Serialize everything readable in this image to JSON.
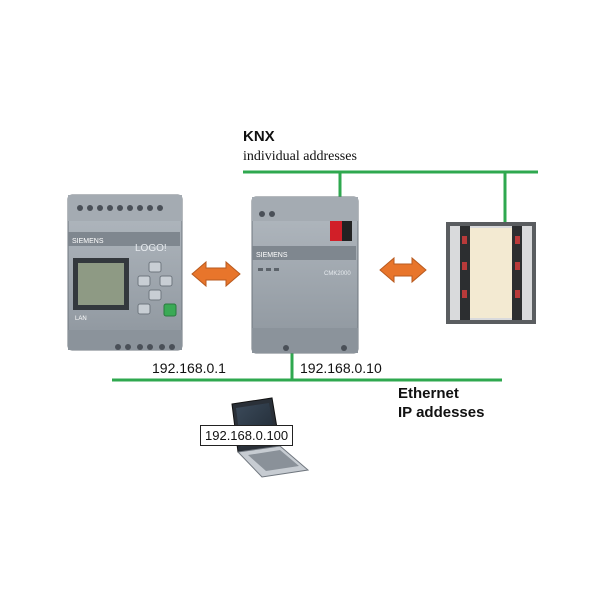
{
  "knx": {
    "title": "KNX",
    "subtitle": "individual addresses"
  },
  "ethernet": {
    "title": "Ethernet",
    "subtitle": "IP addesses"
  },
  "ip": {
    "logo": "192.168.0.1",
    "knx_module": "192.168.0.10",
    "laptop": "192.168.0.100"
  },
  "devices": {
    "logo_brand": "SIEMENS",
    "logo_model": "LOGO!",
    "logo_port": "LAN",
    "knx_brand": "SIEMENS",
    "knx_model": "CMK2000"
  },
  "colors": {
    "network_line": "#2fa84f",
    "arrow_fill": "#e8752b",
    "device_body": "#9aa2aa",
    "lcd": "#8e9a84"
  },
  "icons": [
    "bidirectional-arrow-icon",
    "laptop-icon",
    "knx-switch-actuator-icon"
  ]
}
